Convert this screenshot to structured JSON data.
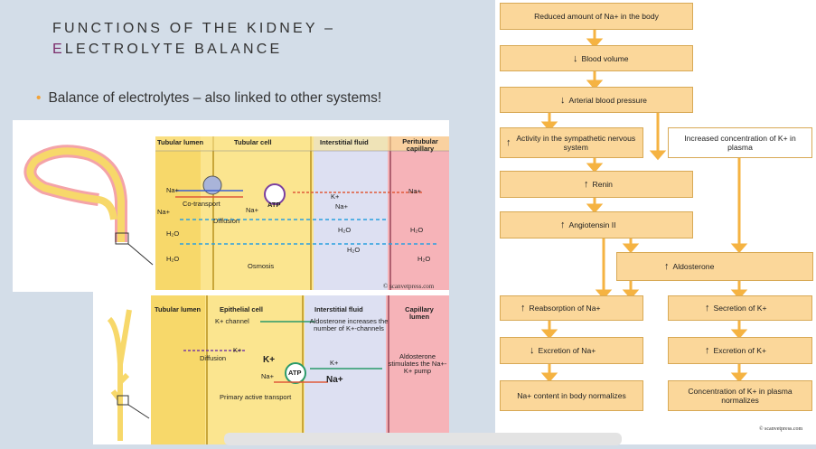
{
  "slide": {
    "title_line1": "FUNCTIONS OF THE KIDNEY –",
    "title_line2_first": "E",
    "title_line2_rest": "LECTROLYTE BALANCE",
    "bullet": "Balance of electrolytes – also linked to other systems!"
  },
  "top_figure": {
    "headers": [
      "Tubular lumen",
      "Tubular cell",
      "Interstitial fluid",
      "Peritubular capillary"
    ],
    "labels": {
      "na1": "Na+",
      "cotransport": "Co-transport",
      "na2": "Na+",
      "diffusion": "Diffusion",
      "h2o_1": "H₂O",
      "h2o_2": "H₂O",
      "na_pump": "Na+",
      "atp": "ATP",
      "k": "K+",
      "na_out": "Na+",
      "na_cap": "Na+",
      "h2o_mid1": "H₂O",
      "h2o_cap1": "H₂O",
      "h2o_mid2": "H₂O",
      "h2o_cap2": "H₂O",
      "osmosis": "Osmosis"
    },
    "credit": "© scanvetpress.com"
  },
  "bottom_figure": {
    "headers": [
      "Tubular lumen",
      "Epithelial cell",
      "Interstitial fluid",
      "Capillary lumen"
    ],
    "labels": {
      "k_channel": "K+ channel",
      "ald1": "Aldosterone increases the number of K+-channels",
      "k_lumen": "K+",
      "diffusion": "Diffusion",
      "k_cell": "K+",
      "k_small": "K+",
      "na_small": "Na+",
      "atp": "ATP",
      "na_big": "Na+",
      "ald2": "Aldosterone stimulates the Na+-K+ pump",
      "primary": "Primary active transport"
    }
  },
  "flowchart": {
    "boxes": {
      "b1": "Reduced amount of Na+ in the body",
      "b2": "Blood volume",
      "b3": "Arterial blood pressure",
      "b4": "Activity in the sympathetic nervous system",
      "b5": "Increased concentration of K+ in plasma",
      "b6": "Renin",
      "b7": "Angiotensin II",
      "b8": "Aldosterone",
      "b9": "Reabsorption of Na+",
      "b10": "Secretion of K+",
      "b11": "Excretion of Na+",
      "b12": "Excretion of K+",
      "b13": "Na+ content in body normalizes",
      "b14": "Concentration of K+ in plasma normalizes"
    },
    "directions": {
      "b2": "↓",
      "b3": "↓",
      "b4": "↑",
      "b6": "↑",
      "b7": "↑",
      "b8": "↑",
      "b9": "↑",
      "b10": "↑",
      "b11": "↓",
      "b12": "↑"
    },
    "credit": "© scanvetpress.com"
  },
  "colors": {
    "box_fill": "#fbd79a",
    "arrow": "#f5b342",
    "tubule": "#f7d86a",
    "cell": "#fbe58f",
    "interstitial": "#dde0f2",
    "capillary": "#f6b3b8"
  }
}
